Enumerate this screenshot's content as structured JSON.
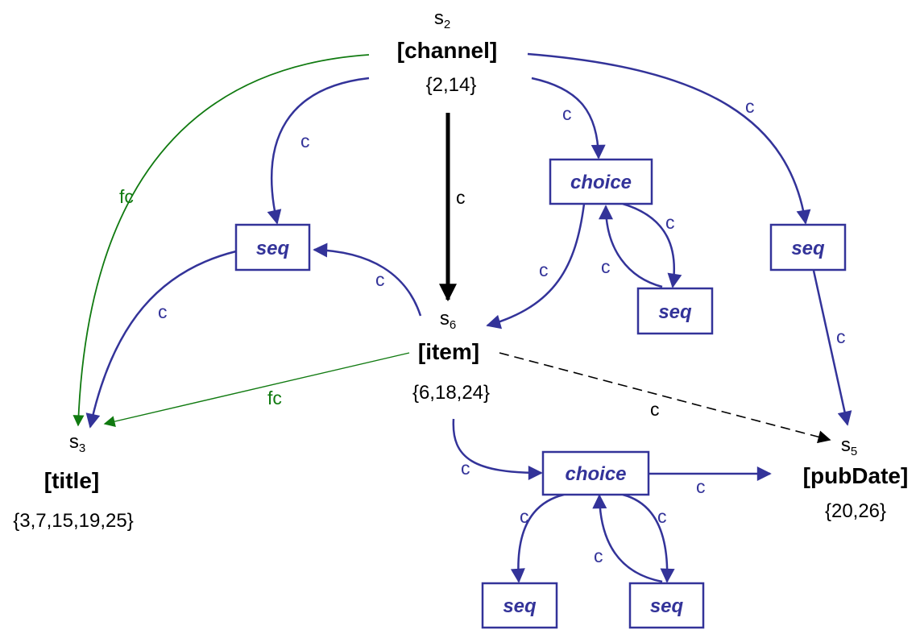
{
  "colors": {
    "content": "#333399",
    "first_child": "#107a10",
    "main": "#000000"
  },
  "states": {
    "s2": {
      "name": "s",
      "sub": "2",
      "label": "[channel]",
      "set": "{2,14}"
    },
    "s3": {
      "name": "s",
      "sub": "3",
      "label": "[title]",
      "set": "{3,7,15,19,25}"
    },
    "s5": {
      "name": "s",
      "sub": "5",
      "label": "[pubDate]",
      "set": "{20,26}"
    },
    "s6": {
      "name": "s",
      "sub": "6",
      "label": "[item]",
      "set": "{6,18,24}"
    }
  },
  "operators": {
    "seq_left": "seq",
    "choice_top": "choice",
    "seq_choice_top": "seq",
    "seq_right": "seq",
    "choice_bottom": "choice",
    "seq_bottom_left": "seq",
    "seq_bottom_right": "seq"
  },
  "edge_labels": {
    "c": "c",
    "fc": "fc"
  }
}
